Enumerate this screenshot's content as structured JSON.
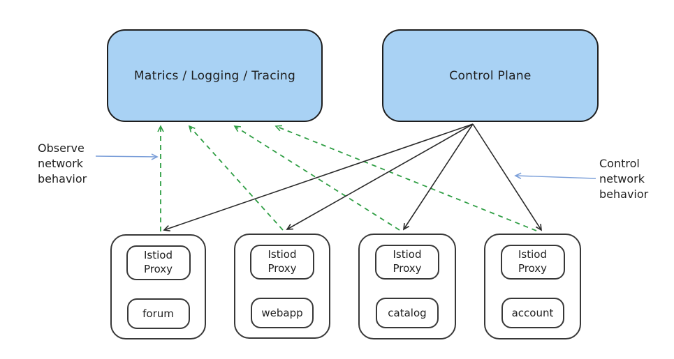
{
  "diagram": {
    "colors": {
      "node_fill": "#a9d2f4",
      "node_border": "#1e1e1e",
      "telemetry_green": "#2f9e44",
      "control_black": "#2a2a2a",
      "pointer_blue": "#7b9fd9",
      "background": "#ffffff"
    },
    "top_nodes": {
      "metrics": {
        "label": "Matrics / Logging / Tracing"
      },
      "control_plane": {
        "label": "Control Plane"
      }
    },
    "services": [
      {
        "proxy": "Istiod\nProxy",
        "name": "forum"
      },
      {
        "proxy": "Istiod\nProxy",
        "name": "webapp"
      },
      {
        "proxy": "Istiod\nProxy",
        "name": "catalog"
      },
      {
        "proxy": "Istiod\nProxy",
        "name": "account"
      }
    ],
    "annotations": {
      "observe": "Observe\nnetwork\nbehavior",
      "control": "Control\nnetwork\nbehavior"
    },
    "edges": {
      "telemetry": {
        "style": "dashed",
        "color": "#2f9e44",
        "connections": [
          {
            "from": "forum",
            "to": "metrics"
          },
          {
            "from": "webapp",
            "to": "metrics"
          },
          {
            "from": "catalog",
            "to": "metrics"
          },
          {
            "from": "account",
            "to": "metrics"
          }
        ]
      },
      "control": {
        "style": "solid",
        "color": "#2a2a2a",
        "connections": [
          {
            "from": "control_plane",
            "to": "forum"
          },
          {
            "from": "control_plane",
            "to": "webapp"
          },
          {
            "from": "control_plane",
            "to": "catalog"
          },
          {
            "from": "control_plane",
            "to": "account"
          }
        ]
      }
    }
  }
}
